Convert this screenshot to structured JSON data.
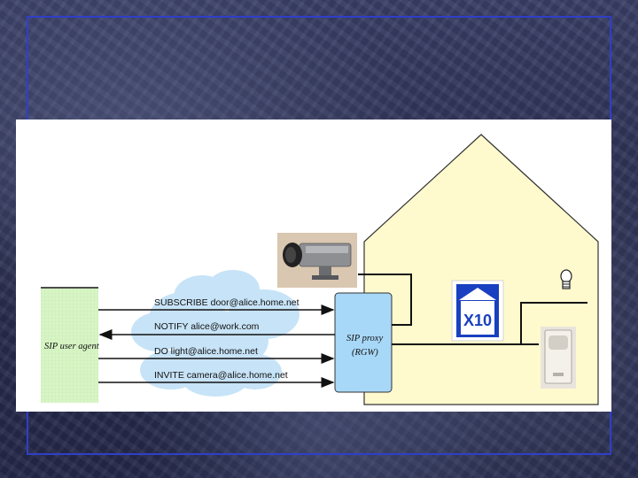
{
  "diagram": {
    "user_agent_label": "SIP user agent",
    "proxy_label_line1": "SIP proxy",
    "proxy_label_line2": "(RGW)",
    "messages": [
      {
        "text": "SUBSCRIBE door@alice.home.net",
        "direction": "to-proxy"
      },
      {
        "text": "NOTIFY alice@work.com",
        "direction": "to-agent"
      },
      {
        "text": "DO light@alice.home.net",
        "direction": "to-proxy"
      },
      {
        "text": "INVITE camera@alice.home.net",
        "direction": "to-proxy"
      }
    ],
    "x10_logo_text": "X10"
  },
  "colors": {
    "frame": "#2f3fc8",
    "house_fill": "#fffacd",
    "user_agent_fill": "#d8f5c6",
    "proxy_fill": "#a8d8f8",
    "cloud_fill": "#c7e3f7",
    "x10_blue": "#1840c0"
  },
  "icons": [
    "camera-icon",
    "light-bulb-icon",
    "x10-logo-icon",
    "motion-sensor-icon"
  ]
}
